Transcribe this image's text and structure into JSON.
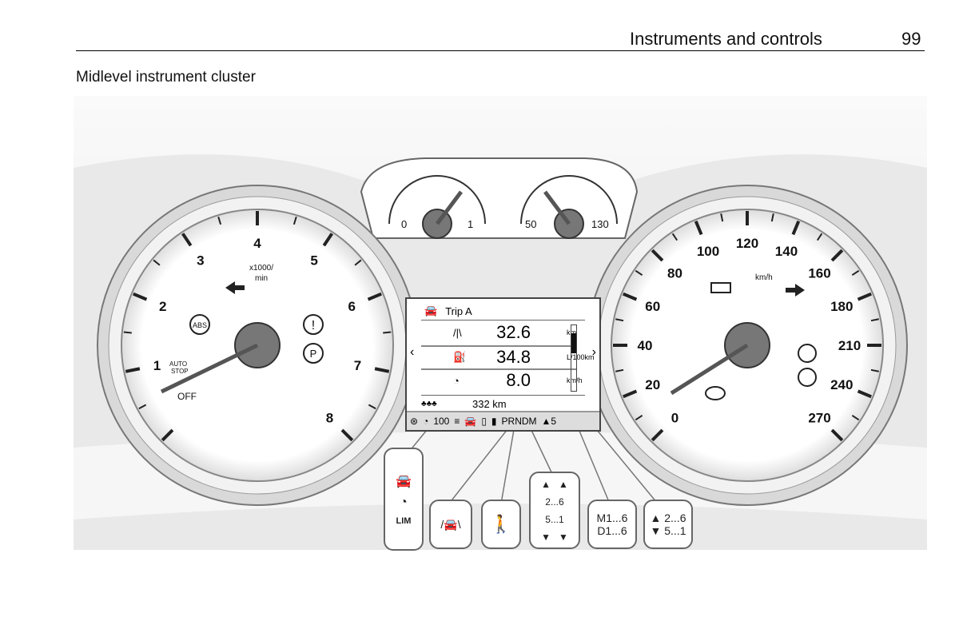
{
  "header": {
    "section": "Instruments and controls",
    "page": "99"
  },
  "subtitle": "Midlevel instrument cluster",
  "tachometer": {
    "labels": [
      "1",
      "2",
      "3",
      "4",
      "5",
      "6",
      "7",
      "8"
    ],
    "unit": "x1000/\nmin",
    "unit_line1": "x1000/",
    "unit_line2": "min",
    "auto_stop": "AUTO\nSTOP",
    "auto_stop_l1": "AUTO",
    "auto_stop_l2": "STOP",
    "off": "OFF",
    "abs": "ABS",
    "park": "P"
  },
  "speedometer": {
    "labels": [
      "0",
      "20",
      "40",
      "60",
      "80",
      "100",
      "120",
      "140",
      "160",
      "180",
      "210",
      "240",
      "270"
    ],
    "unit": "km/h"
  },
  "fuel_gauge": {
    "min": "0",
    "max": "1"
  },
  "temp_gauge": {
    "min": "50",
    "max": "130"
  },
  "display": {
    "title": "Trip A",
    "rows": [
      {
        "value": "32.6",
        "unit": "km"
      },
      {
        "value": "34.8",
        "unit": "L/100km"
      },
      {
        "value": "8.0",
        "unit": "km/h"
      }
    ],
    "range": "332  km",
    "nav_left": "‹",
    "nav_right": "›",
    "status": {
      "speed": "100",
      "gear": "PRNDM",
      "gear_up": "▲5"
    }
  },
  "callouts": {
    "lim": "LIM",
    "gear_box": {
      "a": "2",
      "b": "6",
      "c": "5",
      "d": "1",
      "dots": "..."
    },
    "modes": {
      "l1": "M1...6",
      "l2": "D1...6"
    },
    "shift": {
      "l1": "▲ 2...6",
      "l2": "▼ 5...1"
    }
  }
}
